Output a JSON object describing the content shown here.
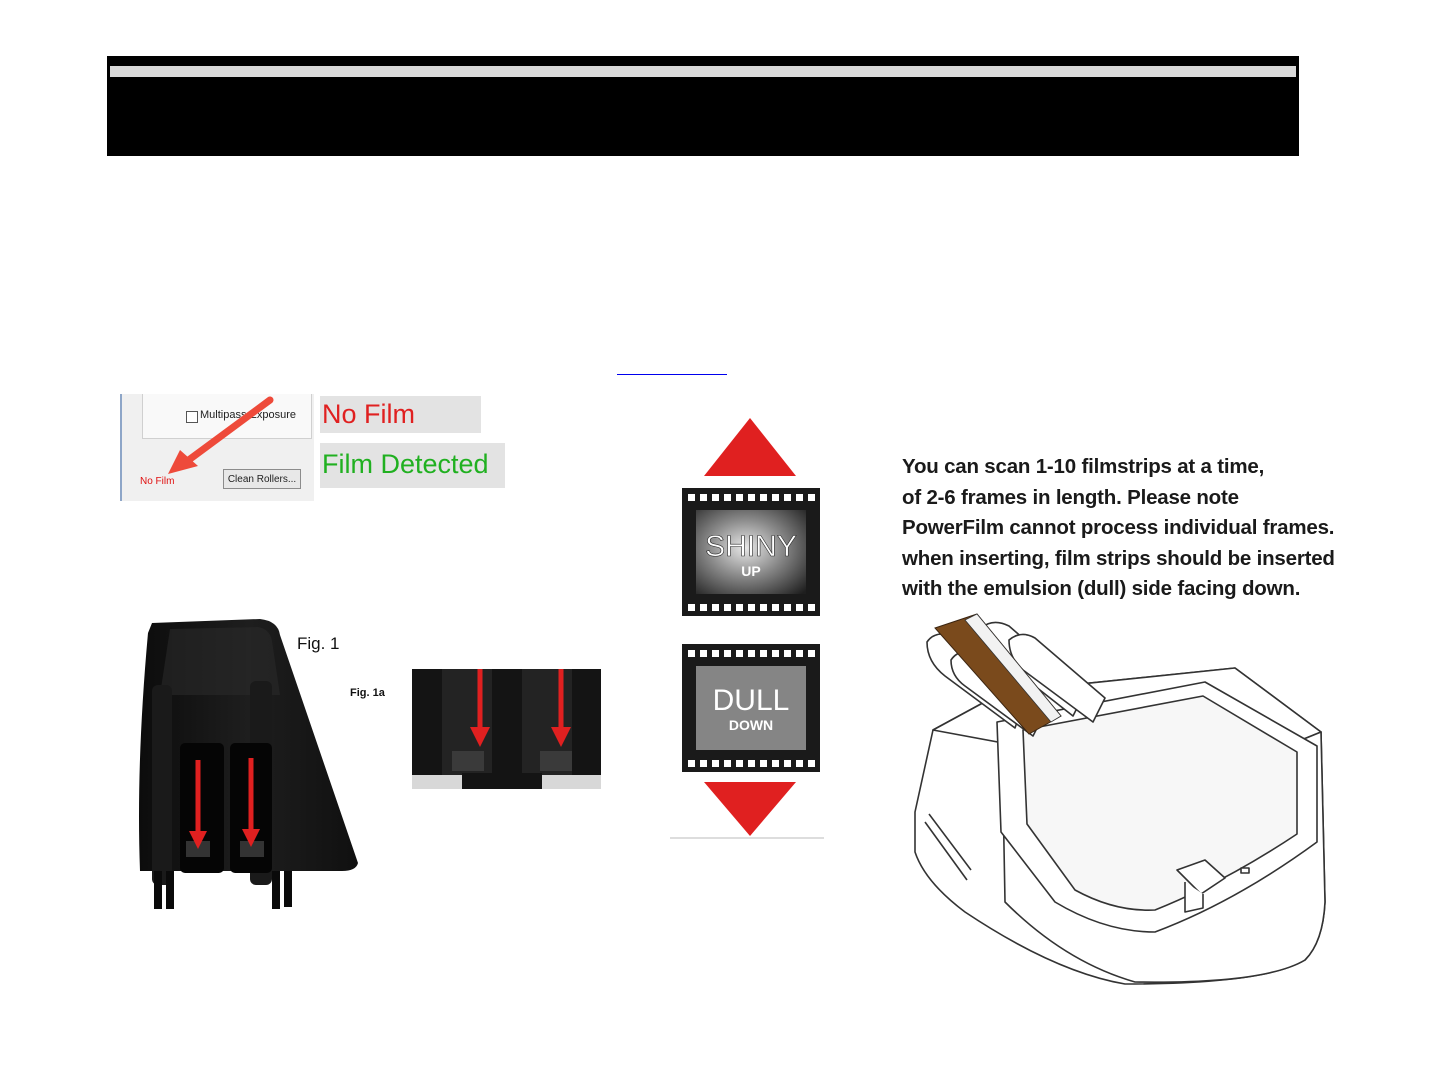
{
  "software_panel": {
    "option_label": "Multipass Exposure",
    "status_label": "No Film",
    "clean_button_label": "Clean Rollers..."
  },
  "status_badges": {
    "no_film": "No Film",
    "film_detected": "Film Detected"
  },
  "figures": {
    "fig1_label": "Fig. 1",
    "fig1a_label": "Fig. 1a"
  },
  "orientation": {
    "top_word": "SHINY",
    "top_sub": "UP",
    "bottom_word": "DULL",
    "bottom_sub": "DOWN"
  },
  "instructions": [
    "You can scan 1-10 filmstrips at a time,",
    "of 2-6 frames in length. Please note",
    "PowerFilm cannot process individual frames.",
    "when inserting, film strips should be inserted",
    "with the emulsion (dull) side facing down."
  ],
  "colors": {
    "banner": "#000000",
    "arrow_red": "#e02020",
    "detected_green": "#20b020",
    "film_strip": "#7a4a1c"
  }
}
